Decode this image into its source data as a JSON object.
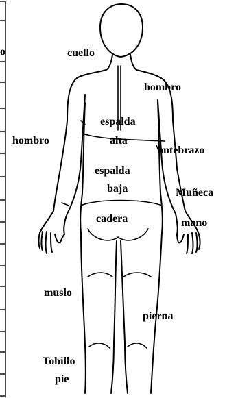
{
  "labels": {
    "cuello": "cuello",
    "hombro_right": "hombro",
    "espalda_alta_1": "espalda",
    "espalda_alta_2": "alta",
    "hombro_left": "hombro",
    "antebrazo": "antebrazo",
    "espalda_baja_1": "espalda",
    "espalda_baja_2": "baja",
    "muneca": "Muñeca",
    "cadera": "cadera",
    "mano": "mano",
    "muslo": "muslo",
    "pierna": "pierna",
    "tobillo": "Tobillo",
    "pie": "pie",
    "edge_fragment": "o"
  },
  "colors": {
    "ink": "#000000",
    "background": "#ffffff"
  }
}
